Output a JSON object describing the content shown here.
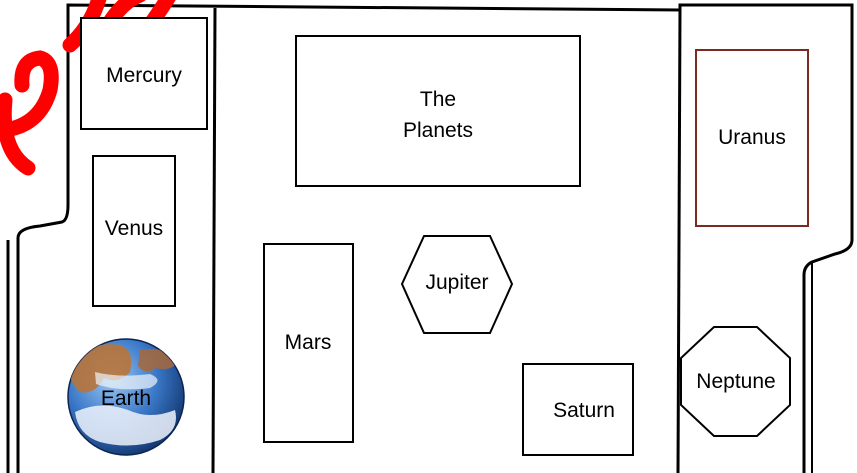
{
  "title": "The Planets",
  "planets": {
    "mercury": "Mercury",
    "venus": "Venus",
    "earth": "Earth",
    "mars": "Mars",
    "jupiter": "Jupiter",
    "saturn": "Saturn",
    "uranus": "Uranus",
    "neptune": "Neptune"
  },
  "colors": {
    "outline": "#000000",
    "uranus_border": "#7a2a20",
    "scribble": "#ff0000",
    "earth_ocean": "#2f6fbf",
    "earth_land": "#b8743a",
    "earth_cloud": "#eef3fb"
  }
}
